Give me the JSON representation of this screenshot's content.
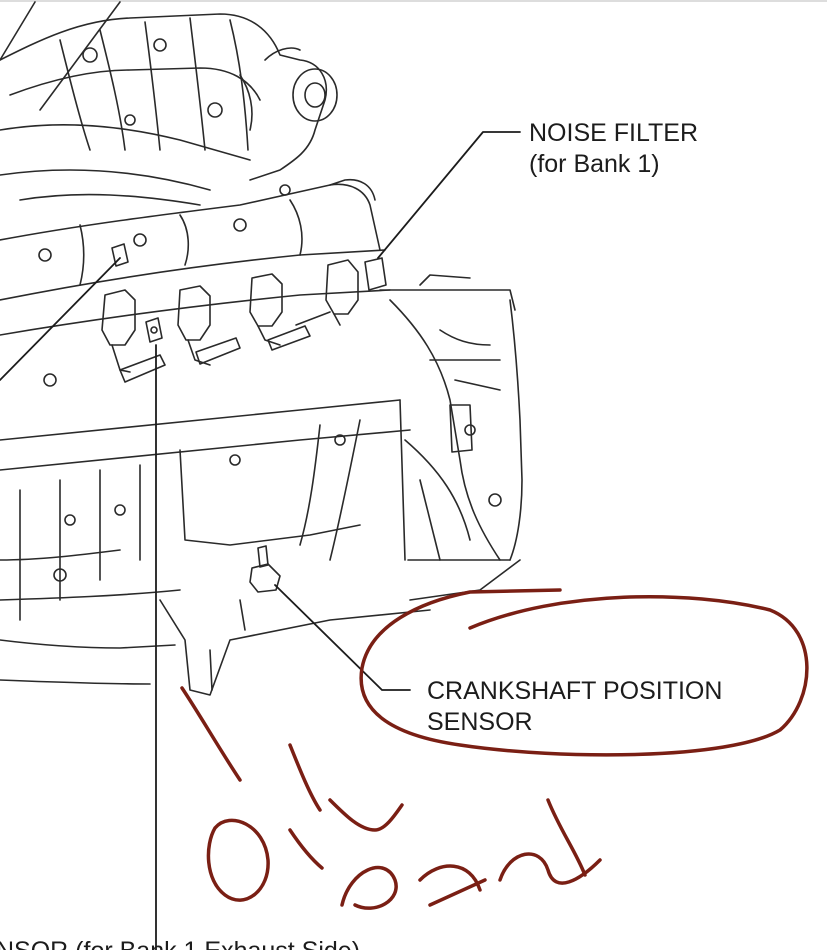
{
  "labels": {
    "noise_filter": {
      "line1": "NOISE FILTER",
      "line2": "(for Bank 1)"
    },
    "crankshaft_sensor": {
      "line1": "CRANKSHAFT POSITION",
      "line2": "SENSOR"
    },
    "cam_sensor_partial": "NSOR (for Bank 1 Exhaust Side)"
  },
  "annotation": {
    "handwritten_text": "OIL PAN",
    "ink_color": "#7a1f14"
  },
  "colors": {
    "line_art": "#2a2a2a",
    "callout_text": "#1c1c1c",
    "background": "#ffffff"
  }
}
